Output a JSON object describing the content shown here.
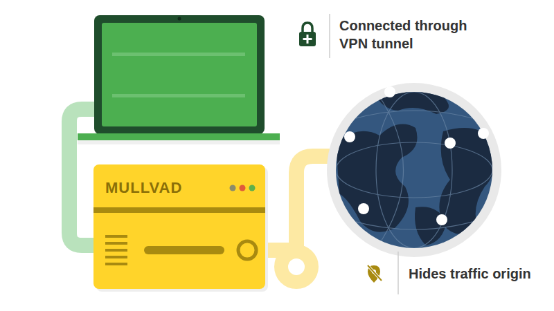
{
  "diagram": {
    "nodes": [
      {
        "text": [
          "MULLVAD"
        ]
      }
    ],
    "labels": [
      "Connected through VPN tunnel",
      "Hides traffic origin"
    ]
  }
}
